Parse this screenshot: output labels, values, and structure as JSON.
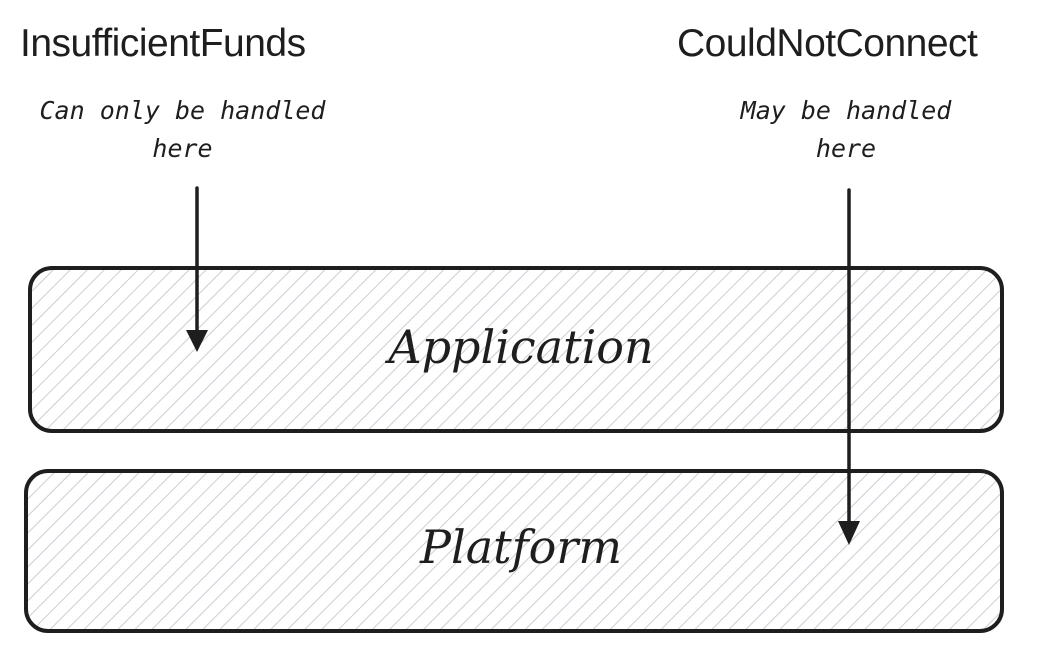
{
  "left_column": {
    "error_name": "InsufficientFunds",
    "note_line1": "Can only be handled",
    "note_line2": "here"
  },
  "right_column": {
    "error_name": "CouldNotConnect",
    "note_line1": "May be handled",
    "note_line2": "here"
  },
  "layers": {
    "application": "Application",
    "platform": "Platform"
  },
  "colors": {
    "stroke": "#1e1e1e",
    "hatch": "#c9ced6",
    "background": "#ffffff"
  }
}
